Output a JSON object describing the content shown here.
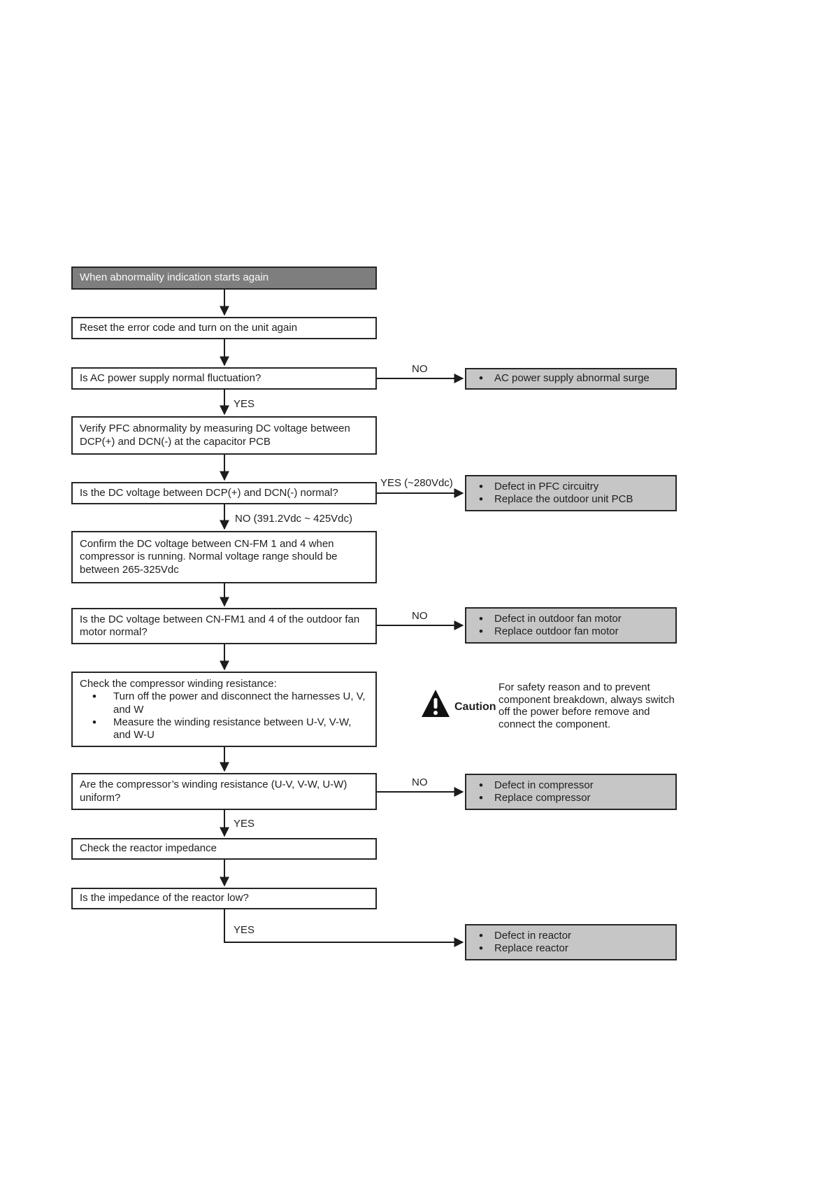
{
  "nodes": {
    "start": {
      "text": "When abnormality indication starts again"
    },
    "reset": {
      "text": "Reset the error code and turn on the unit again"
    },
    "ac_check": {
      "text": "Is AC power supply normal fluctuation?"
    },
    "ac_surge": {
      "items": [
        "AC power supply abnormal surge"
      ]
    },
    "verify_pfc": {
      "text": "Verify PFC abnormality by measuring DC voltage between DCP(+) and DCN(-) at the capacitor PCB"
    },
    "dc_check": {
      "text": "Is the DC voltage between DCP(+) and DCN(-) normal?"
    },
    "pfc_defect": {
      "items": [
        "Defect in PFC circuitry",
        "Replace the outdoor unit PCB"
      ]
    },
    "confirm_cnfm": {
      "text": "Confirm the DC voltage between CN-FM 1 and 4 when compressor is running. Normal voltage range should be between 265-325Vdc"
    },
    "cnfm_check": {
      "text": "Is the DC voltage between CN-FM1 and 4 of the outdoor fan motor normal?"
    },
    "fan_defect": {
      "items": [
        "Defect in outdoor fan motor",
        "Replace outdoor fan motor"
      ]
    },
    "winding_check": {
      "title": "Check the compressor winding resistance:",
      "items": [
        "Turn off the power and disconnect the harnesses U, V, and W",
        "Measure the winding resistance between U-V, V-W, and W-U"
      ]
    },
    "uniform_check": {
      "text": "Are the compressor’s winding resistance (U-V, V-W, U-W) uniform?"
    },
    "compressor_defect": {
      "items": [
        "Defect in compressor",
        "Replace compressor"
      ]
    },
    "reactor_impedance": {
      "text": "Check the reactor impedance"
    },
    "reactor_low": {
      "text": "Is the impedance of the reactor low?"
    },
    "reactor_defect": {
      "items": [
        "Defect in reactor",
        "Replace reactor"
      ]
    }
  },
  "edge_labels": {
    "ac_no": "NO",
    "ac_yes": "YES",
    "dc_yes": "YES (~280Vdc)",
    "dc_no": "NO (391.2Vdc ~ 425Vdc)",
    "fan_no": "NO",
    "uniform_no": "NO",
    "uniform_yes": "YES",
    "reactor_yes": "YES"
  },
  "caution": {
    "label": "Caution",
    "text": "For safety reason and to prevent component breakdown, always switch off the power before remove and connect the component."
  },
  "colors": {
    "start_bg": "#7e7e7e",
    "result_bg": "#c6c6c6",
    "line": "#1c1c1c"
  }
}
